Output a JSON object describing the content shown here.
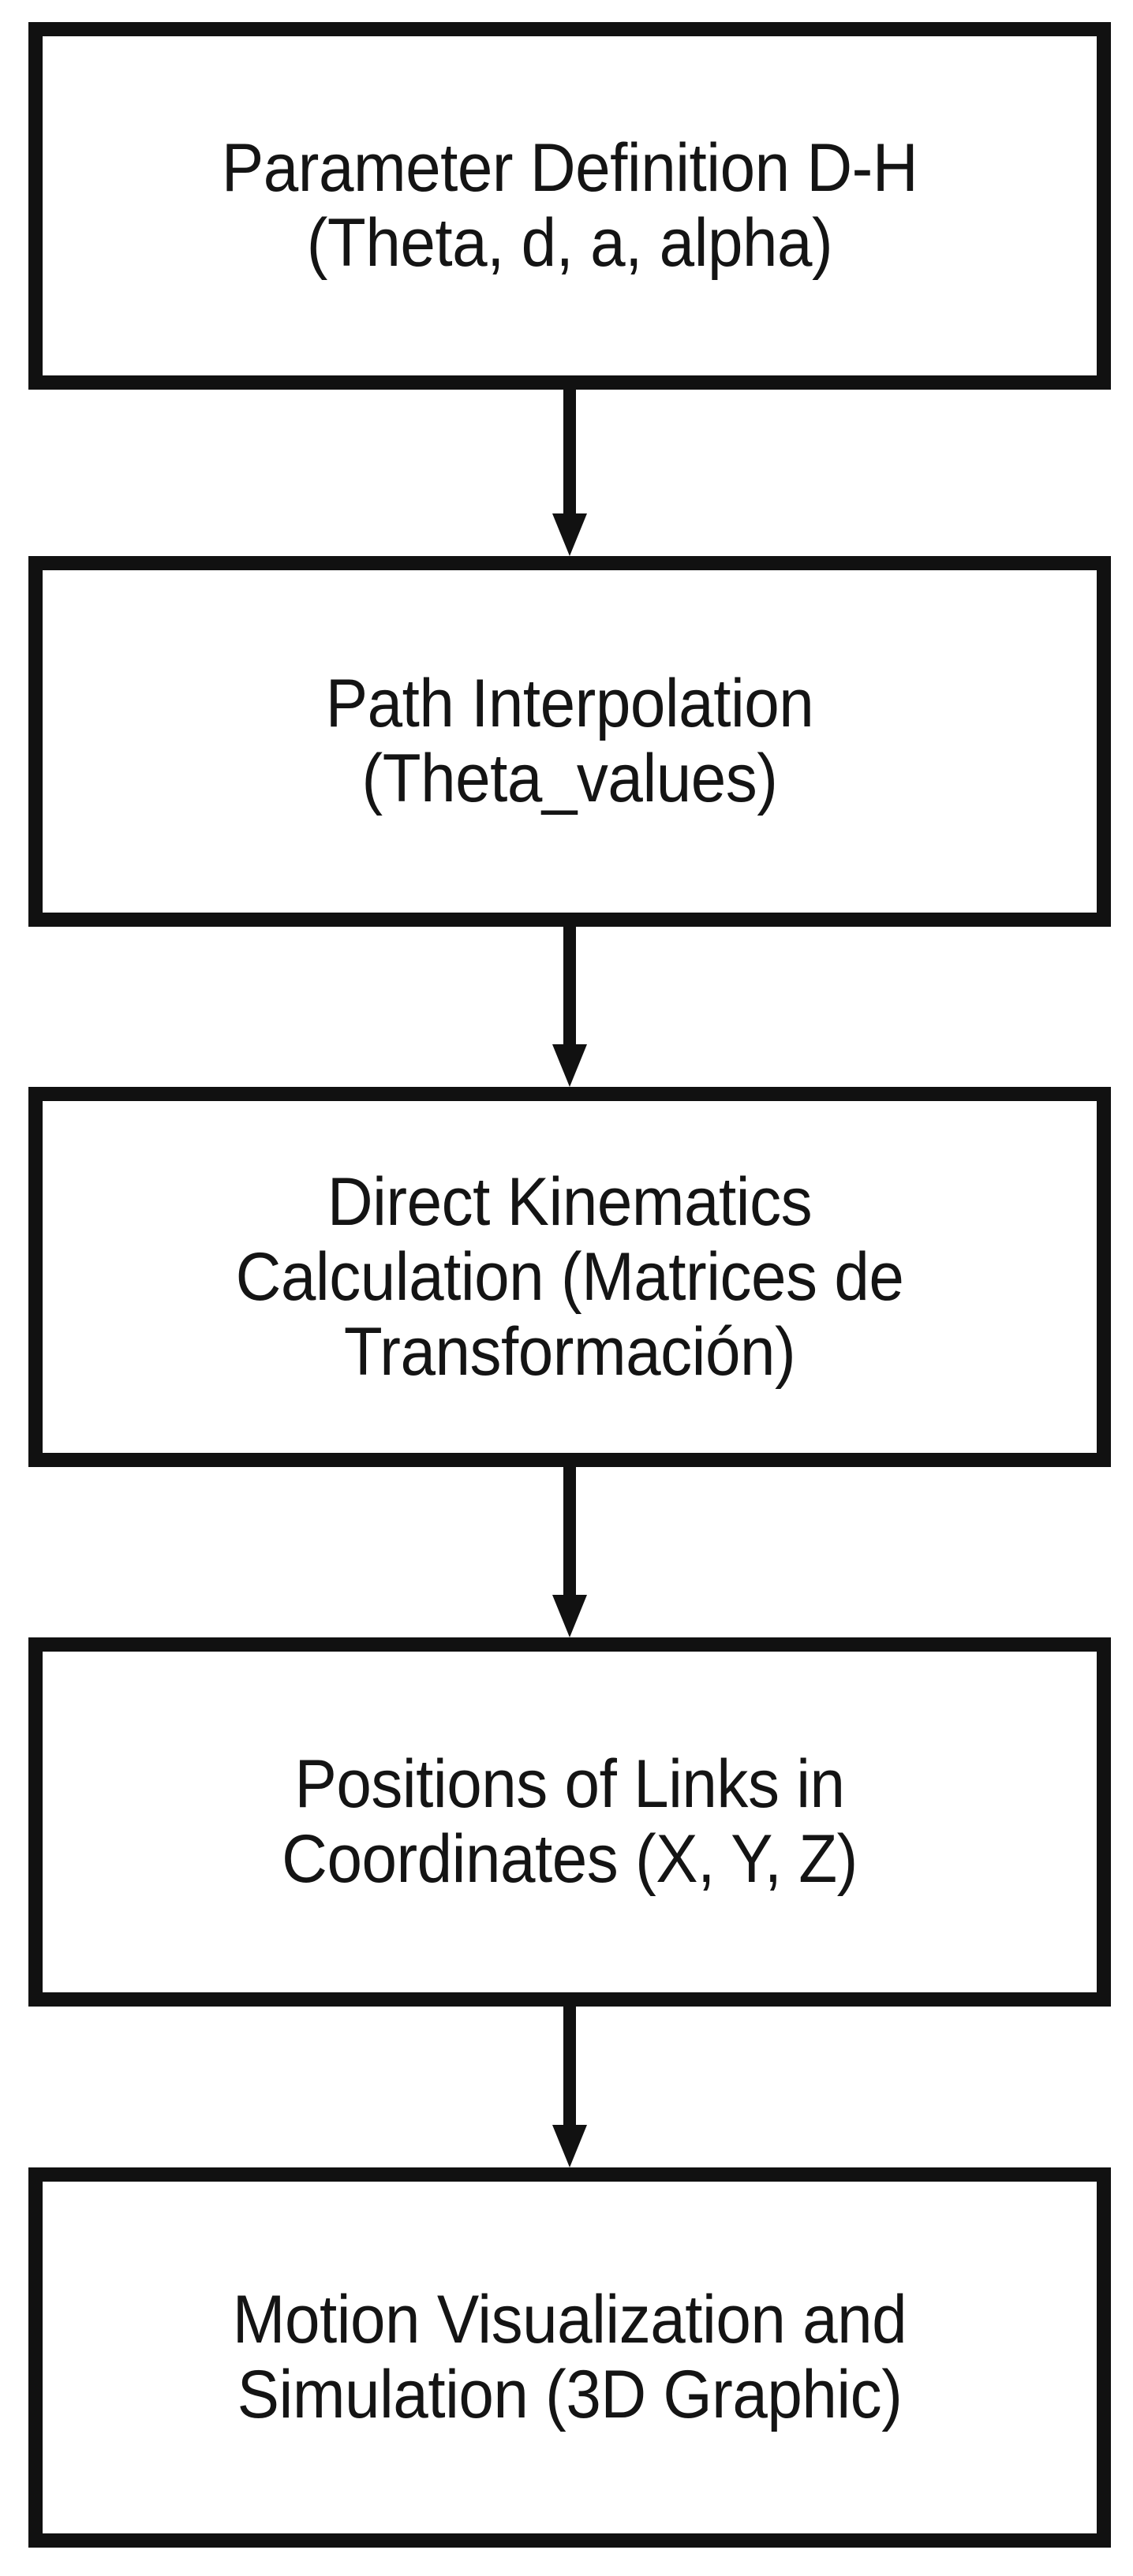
{
  "diagram": {
    "type": "flowchart",
    "orientation": "vertical",
    "colors": {
      "border": "#111111",
      "fill": "#ffffff",
      "text": "#141414",
      "arrow": "#111111"
    },
    "nodes": [
      {
        "id": "parameter-definition-dh",
        "label": "Parameter Definition D-H\n(Theta, d, a, alpha)",
        "lines": [
          "Parameter Definition D-H",
          "(Theta, d, a, alpha)"
        ]
      },
      {
        "id": "path-interpolation",
        "label": "Path Interpolation\n(Theta_values)",
        "lines": [
          "Path Interpolation",
          "(Theta_values)"
        ]
      },
      {
        "id": "direct-kinematics-calculation",
        "label": "Direct Kinematics\nCalculation (Matrices de\nTransformación)",
        "lines": [
          "Direct Kinematics",
          "Calculation (Matrices de",
          "Transformación)"
        ]
      },
      {
        "id": "positions-of-links",
        "label": "Positions of Links in\nCoordinates (X, Y, Z)",
        "lines": [
          "Positions of Links in",
          "Coordinates (X, Y, Z)"
        ]
      },
      {
        "id": "motion-visualization",
        "label": "Motion Visualization and\nSimulation (3D Graphic)",
        "lines": [
          "Motion Visualization and",
          "Simulation (3D Graphic)"
        ]
      }
    ],
    "edges": [
      {
        "id": "edge-1",
        "from": "parameter-definition-dh",
        "to": "path-interpolation",
        "label": ""
      },
      {
        "id": "edge-2",
        "from": "path-interpolation",
        "to": "direct-kinematics-calculation",
        "label": ""
      },
      {
        "id": "edge-3",
        "from": "direct-kinematics-calculation",
        "to": "positions-of-links",
        "label": ""
      },
      {
        "id": "edge-4",
        "from": "positions-of-links",
        "to": "motion-visualization",
        "label": ""
      }
    ]
  }
}
